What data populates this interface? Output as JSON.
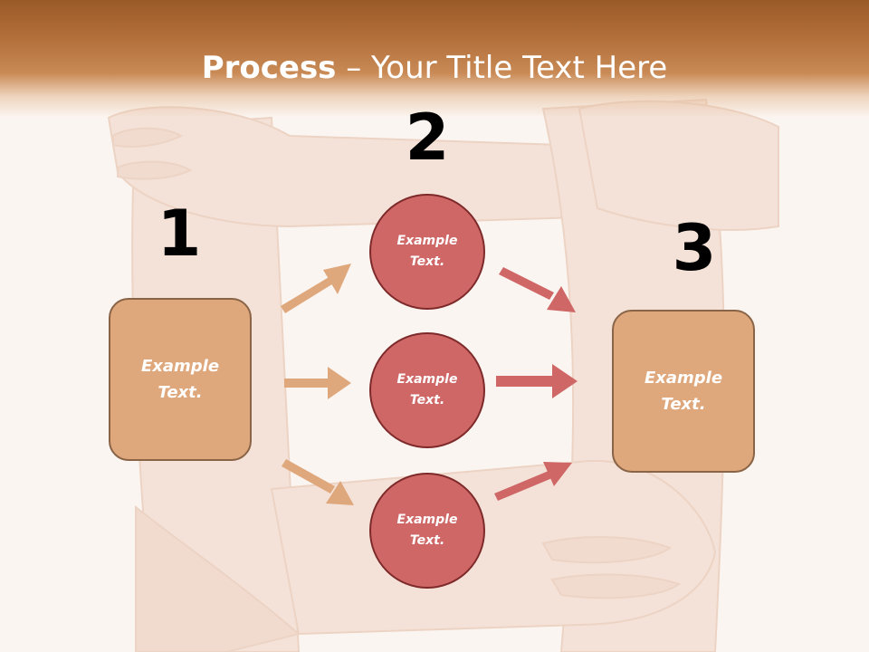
{
  "slide": {
    "title_bold": "Process",
    "title_rest": " – Your Title Text Here"
  },
  "steps": {
    "one": "1",
    "two": "2",
    "three": "3"
  },
  "left_box": {
    "line1": "Example",
    "line2": "Text."
  },
  "circles": [
    {
      "line1": "Example",
      "line2": "Text."
    },
    {
      "line1": "Example",
      "line2": "Text."
    },
    {
      "line1": "Example",
      "line2": "Text."
    }
  ],
  "right_box": {
    "line1": "Example",
    "line2": "Text."
  },
  "colors": {
    "header": "#b06d38",
    "box_fill": "#dfa77c",
    "box_border": "#8a6446",
    "circle_fill": "#cf6767",
    "circle_border": "#7e2a2a",
    "arrow_left": "#dfa77c",
    "arrow_right": "#cf6767"
  }
}
